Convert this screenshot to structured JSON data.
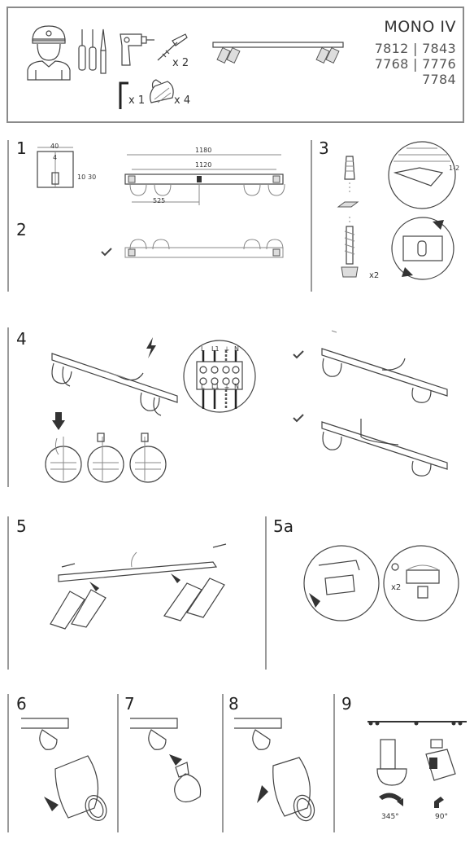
{
  "header": {
    "product_name": "MONO IV",
    "codes": [
      "7812 | 7843",
      "7768 | 7776",
      "7784"
    ],
    "qty_screws": "x 2",
    "qty_bracket": "x 1",
    "qty_bulbs": "x 4"
  },
  "steps": {
    "s1": {
      "label": "1",
      "dim_40": "40",
      "dim_4": "4",
      "dim_10": "10",
      "dim_30": "30",
      "dim_1180": "1180",
      "dim_1120": "1120",
      "dim_525": "525"
    },
    "s2": {
      "label": "2"
    },
    "s3": {
      "label": "3",
      "qty": "x2",
      "dim_12": "1-2"
    },
    "s4": {
      "label": "4",
      "terminals_top": [
        "L",
        "L1",
        "⏚",
        "N"
      ],
      "terminals_bottom": [
        "L",
        "L1",
        "⏚",
        "N"
      ]
    },
    "s5": {
      "label": "5"
    },
    "s5a": {
      "label": "5a",
      "qty": "x2"
    },
    "s6": {
      "label": "6"
    },
    "s7": {
      "label": "7"
    },
    "s8": {
      "label": "8"
    },
    "s9": {
      "label": "9",
      "angle_rotate": "345°",
      "angle_tilt": "90°"
    }
  }
}
